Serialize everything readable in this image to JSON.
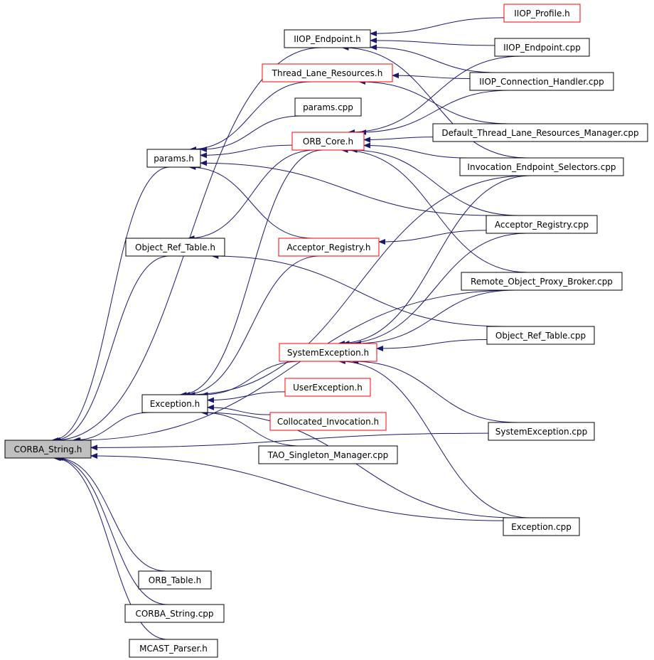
{
  "nodes": {
    "corba_string_h": {
      "label": "CORBA_String.h",
      "style": "grey"
    },
    "iiop_endpoint_h": {
      "label": "IIOP_Endpoint.h",
      "style": "black"
    },
    "iiop_profile_h": {
      "label": "IIOP_Profile.h",
      "style": "red"
    },
    "iiop_endpoint_cpp": {
      "label": "IIOP_Endpoint.cpp",
      "style": "black"
    },
    "thread_lane_resources_h": {
      "label": "Thread_Lane_Resources.h",
      "style": "red"
    },
    "iiop_connection_handler_cpp": {
      "label": "IIOP_Connection_Handler.cpp",
      "style": "black"
    },
    "params_cpp": {
      "label": "params.cpp",
      "style": "black"
    },
    "orb_core_h": {
      "label": "ORB_Core.h",
      "style": "red"
    },
    "default_thread_lane_resources_manager_cpp": {
      "label": "Default_Thread_Lane_Resources_Manager.cpp",
      "style": "black"
    },
    "params_h": {
      "label": "params.h",
      "style": "black"
    },
    "invocation_endpoint_selectors_cpp": {
      "label": "Invocation_Endpoint_Selectors.cpp",
      "style": "black"
    },
    "acceptor_registry_cpp": {
      "label": "Acceptor_Registry.cpp",
      "style": "black"
    },
    "object_ref_table_h": {
      "label": "Object_Ref_Table.h",
      "style": "black"
    },
    "acceptor_registry_h": {
      "label": "Acceptor_Registry.h",
      "style": "red"
    },
    "remote_object_proxy_broker_cpp": {
      "label": "Remote_Object_Proxy_Broker.cpp",
      "style": "black"
    },
    "object_ref_table_cpp": {
      "label": "Object_Ref_Table.cpp",
      "style": "black"
    },
    "systemexception_h": {
      "label": "SystemException.h",
      "style": "red"
    },
    "userexception_h": {
      "label": "UserException.h",
      "style": "red"
    },
    "exception_h": {
      "label": "Exception.h",
      "style": "black"
    },
    "collocated_invocation_h": {
      "label": "Collocated_Invocation.h",
      "style": "red"
    },
    "systemexception_cpp": {
      "label": "SystemException.cpp",
      "style": "black"
    },
    "tao_singleton_manager_cpp": {
      "label": "TAO_Singleton_Manager.cpp",
      "style": "black"
    },
    "exception_cpp": {
      "label": "Exception.cpp",
      "style": "black"
    },
    "orb_table_h": {
      "label": "ORB_Table.h",
      "style": "black"
    },
    "corba_string_cpp": {
      "label": "CORBA_String.cpp",
      "style": "black"
    },
    "mcast_parser_h": {
      "label": "MCAST_Parser.h",
      "style": "black"
    }
  },
  "edges": [
    {
      "from": "iiop_endpoint_h",
      "to": "corba_string_h"
    },
    {
      "from": "params_h",
      "to": "corba_string_h"
    },
    {
      "from": "object_ref_table_h",
      "to": "corba_string_h"
    },
    {
      "from": "exception_h",
      "to": "corba_string_h"
    },
    {
      "from": "remote_object_proxy_broker_cpp",
      "to": "corba_string_h"
    },
    {
      "from": "systemexception_cpp",
      "to": "corba_string_h"
    },
    {
      "from": "exception_cpp",
      "to": "corba_string_h"
    },
    {
      "from": "orb_table_h",
      "to": "corba_string_h"
    },
    {
      "from": "corba_string_cpp",
      "to": "corba_string_h"
    },
    {
      "from": "mcast_parser_h",
      "to": "corba_string_h"
    },
    {
      "from": "iiop_profile_h",
      "to": "iiop_endpoint_h"
    },
    {
      "from": "iiop_endpoint_cpp",
      "to": "iiop_endpoint_h"
    },
    {
      "from": "iiop_connection_handler_cpp",
      "to": "iiop_endpoint_h"
    },
    {
      "from": "invocation_endpoint_selectors_cpp",
      "to": "iiop_endpoint_h"
    },
    {
      "from": "iiop_connection_handler_cpp",
      "to": "thread_lane_resources_h"
    },
    {
      "from": "default_thread_lane_resources_manager_cpp",
      "to": "thread_lane_resources_h"
    },
    {
      "from": "params_cpp",
      "to": "params_h"
    },
    {
      "from": "thread_lane_resources_h",
      "to": "params_h"
    },
    {
      "from": "orb_core_h",
      "to": "params_h"
    },
    {
      "from": "acceptor_registry_h",
      "to": "params_h"
    },
    {
      "from": "acceptor_registry_cpp",
      "to": "params_h"
    },
    {
      "from": "iiop_endpoint_cpp",
      "to": "orb_core_h"
    },
    {
      "from": "iiop_connection_handler_cpp",
      "to": "orb_core_h"
    },
    {
      "from": "default_thread_lane_resources_manager_cpp",
      "to": "orb_core_h"
    },
    {
      "from": "invocation_endpoint_selectors_cpp",
      "to": "orb_core_h"
    },
    {
      "from": "acceptor_registry_cpp",
      "to": "orb_core_h"
    },
    {
      "from": "remote_object_proxy_broker_cpp",
      "to": "orb_core_h"
    },
    {
      "from": "orb_core_h",
      "to": "object_ref_table_h"
    },
    {
      "from": "object_ref_table_cpp",
      "to": "object_ref_table_h"
    },
    {
      "from": "acceptor_registry_cpp",
      "to": "acceptor_registry_h"
    },
    {
      "from": "invocation_endpoint_selectors_cpp",
      "to": "systemexception_h"
    },
    {
      "from": "acceptor_registry_cpp",
      "to": "systemexception_h"
    },
    {
      "from": "remote_object_proxy_broker_cpp",
      "to": "systemexception_h"
    },
    {
      "from": "object_ref_table_cpp",
      "to": "systemexception_h"
    },
    {
      "from": "systemexception_cpp",
      "to": "systemexception_h"
    },
    {
      "from": "exception_cpp",
      "to": "systemexception_h"
    },
    {
      "from": "systemexception_h",
      "to": "exception_h"
    },
    {
      "from": "userexception_h",
      "to": "exception_h"
    },
    {
      "from": "collocated_invocation_h",
      "to": "exception_h"
    },
    {
      "from": "tao_singleton_manager_cpp",
      "to": "exception_h"
    },
    {
      "from": "exception_cpp",
      "to": "exception_h"
    },
    {
      "from": "orb_core_h",
      "to": "exception_h"
    },
    {
      "from": "acceptor_registry_h",
      "to": "exception_h"
    },
    {
      "from": "invocation_endpoint_selectors_cpp",
      "to": "exception_h"
    }
  ],
  "colors": {
    "edge": "#191970",
    "red_border": "#ff0000",
    "highlight_fill": "#bfbfbf"
  }
}
